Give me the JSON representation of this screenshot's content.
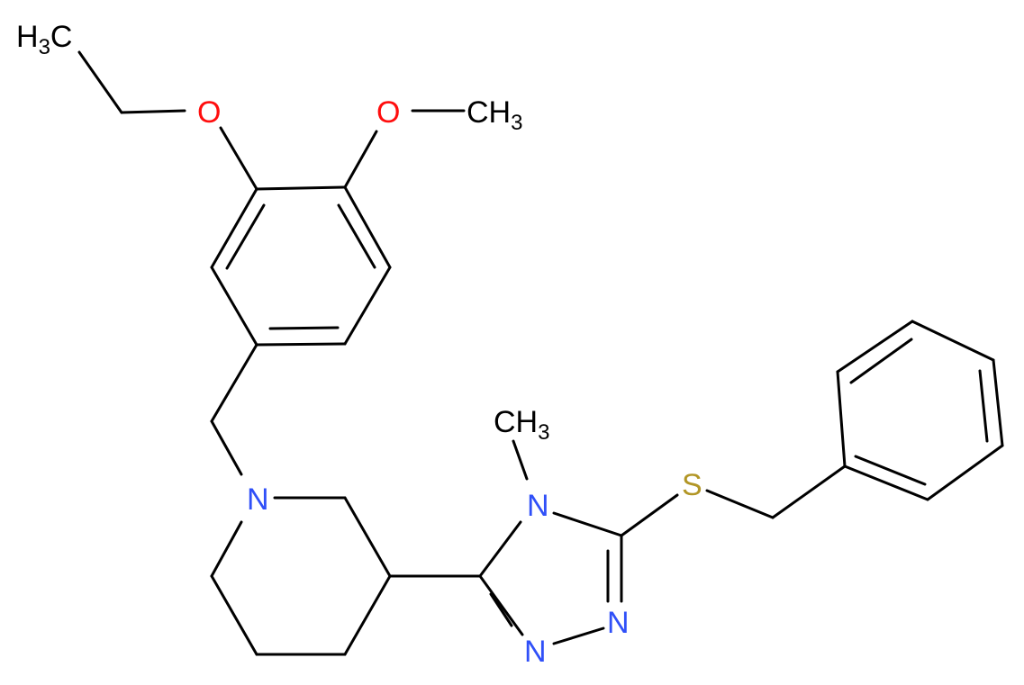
{
  "colors": {
    "carbon": "#000000",
    "oxygen": "#ff0d0d",
    "nitrogen": "#3050f8",
    "sulfur": "#b29626"
  },
  "atoms": {
    "ethyl_ch3": {
      "a": "H",
      "sub": "3",
      "b": "C"
    },
    "ethoxy_o": {
      "a": "O"
    },
    "methoxy_o": {
      "a": "O"
    },
    "methoxy_ch3": {
      "a": "CH",
      "sub": "3"
    },
    "piperidine_n": {
      "a": "N"
    },
    "n_methyl_ch3": {
      "a": "CH",
      "sub": "3"
    },
    "triazole_n4": {
      "a": "N"
    },
    "triazole_n2": {
      "a": "N"
    },
    "triazole_n1": {
      "a": "N"
    },
    "thioether_s": {
      "a": "S"
    }
  }
}
